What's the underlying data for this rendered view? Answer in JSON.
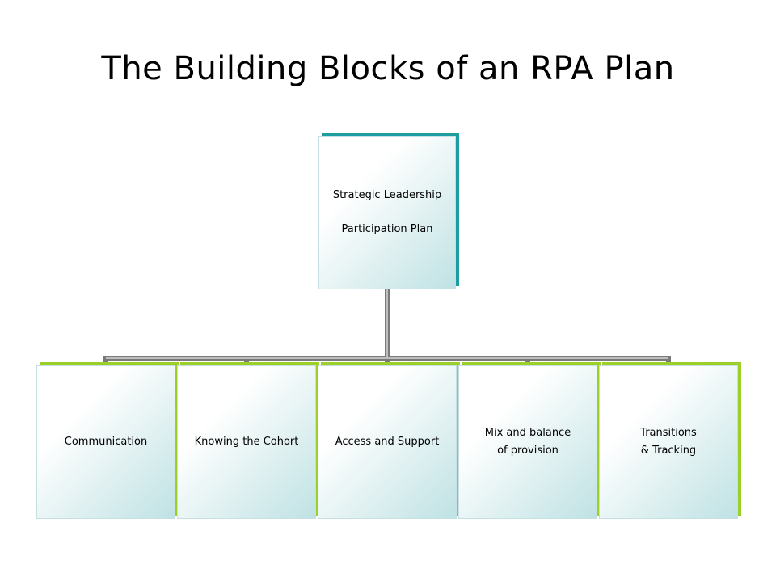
{
  "title": "The Building Blocks of an RPA Plan",
  "diagram": {
    "root": {
      "lines": [
        "Strategic Leadership",
        "Participation Plan"
      ]
    },
    "children": [
      {
        "label": "Communication"
      },
      {
        "label": "Knowing the Cohort"
      },
      {
        "label": "Access and Support"
      },
      {
        "label": "Mix and balance\n of provision"
      },
      {
        "label": "Transitions\n  & Tracking"
      }
    ]
  },
  "colors": {
    "root_border": "#1e9da0",
    "child_border": "#9ccf27",
    "connector": "#7a7a7a"
  }
}
